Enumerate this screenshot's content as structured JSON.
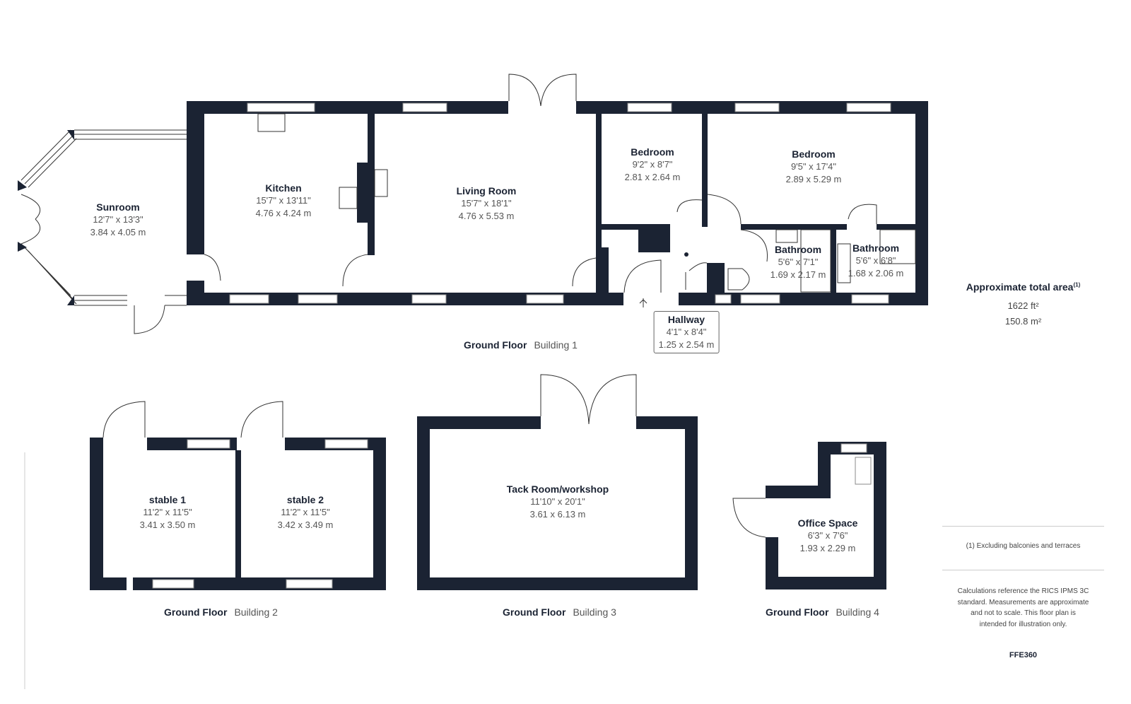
{
  "colors": {
    "wall": "#1b2333",
    "window": "#ffffff"
  },
  "rooms": {
    "sunroom": {
      "name": "Sunroom",
      "imperial": "12'7\" x 13'3\"",
      "metric": "3.84 x 4.05 m"
    },
    "kitchen": {
      "name": "Kitchen",
      "imperial": "15'7\" x 13'11\"",
      "metric": "4.76 x 4.24 m"
    },
    "living": {
      "name": "Living Room",
      "imperial": "15'7\" x 18'1\"",
      "metric": "4.76 x 5.53 m"
    },
    "bedroom1": {
      "name": "Bedroom",
      "imperial": "9'2\" x 8'7\"",
      "metric": "2.81 x 2.64 m"
    },
    "bedroom2": {
      "name": "Bedroom",
      "imperial": "9'5\" x 17'4\"",
      "metric": "2.89 x 5.29 m"
    },
    "bathroom1": {
      "name": "Bathroom",
      "imperial": "5'6\" x 7'1\"",
      "metric": "1.69 x 2.17 m"
    },
    "bathroom2": {
      "name": "Bathroom",
      "imperial": "5'6\" x 6'8\"",
      "metric": "1.68 x 2.06 m"
    },
    "hallway": {
      "name": "Hallway",
      "imperial": "4'1\" x 8'4\"",
      "metric": "1.25 x 2.54 m"
    },
    "stable1": {
      "name": "stable 1",
      "imperial": "11'2\" x 11'5\"",
      "metric": "3.41 x 3.50 m"
    },
    "stable2": {
      "name": "stable 2",
      "imperial": "11'2\" x 11'5\"",
      "metric": "3.42 x 3.49 m"
    },
    "tack": {
      "name": "Tack Room/workshop",
      "imperial": "11'10\" x 20'1\"",
      "metric": "3.61 x 6.13 m"
    },
    "office": {
      "name": "Office Space",
      "imperial": "6'3\" x 7'6\"",
      "metric": "1.93 x 2.29 m"
    }
  },
  "captions": {
    "b1": {
      "floor": "Ground Floor",
      "building": "Building 1"
    },
    "b2": {
      "floor": "Ground Floor",
      "building": "Building 2"
    },
    "b3": {
      "floor": "Ground Floor",
      "building": "Building 3"
    },
    "b4": {
      "floor": "Ground Floor",
      "building": "Building 4"
    }
  },
  "summary": {
    "title": "Approximate total area",
    "footnote_mark": "(1)",
    "area_ft": "1622 ft²",
    "area_m": "150.8 m²",
    "footnote": "(1) Excluding balconies and terraces",
    "disclaimer": "Calculations reference the RICS IPMS 3C standard. Measurements are approximate and not to scale. This floor plan is intended for illustration only.",
    "brand": "FFE360"
  }
}
